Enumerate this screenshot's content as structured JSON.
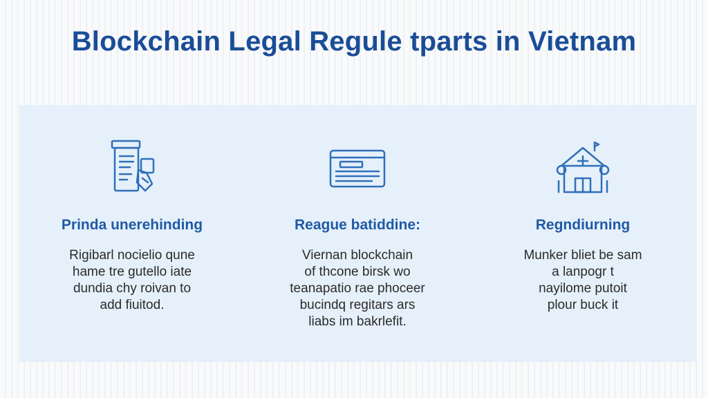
{
  "title": "Blockchain Legal Regule tparts in Vietnam",
  "colors": {
    "title": "#1a4d97",
    "heading": "#1f5aa6",
    "icon": "#2f6fb8",
    "panel": "#e6f0fa"
  },
  "columns": [
    {
      "icon": "document-phone-icon",
      "heading": "Prinda unerehinding",
      "lines": [
        "Rigibarl nocielio qune",
        "hame tre gutello iate",
        "dundia chy roivan to",
        "add fiuitod."
      ]
    },
    {
      "icon": "browser-window-icon",
      "heading": "Reague batiddine:",
      "lines": [
        "Viernan blockchain",
        "of thcone birsk wo",
        "teanapatio rae phoceer",
        "bucindq regitars ars",
        "liabs im bakrlefit."
      ]
    },
    {
      "icon": "building-house-icon",
      "heading": "Regndiurning",
      "lines": [
        "Munker bliet be sam",
        "a lanpogr t",
        "nayilome putoit",
        "plour buck it"
      ]
    }
  ]
}
